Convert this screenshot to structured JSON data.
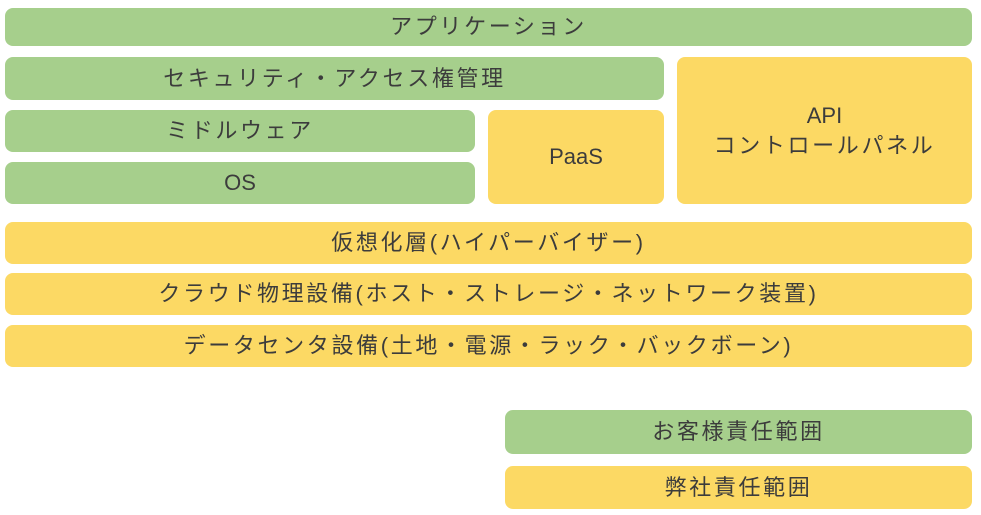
{
  "colors": {
    "green": "#A6CF8C",
    "yellow": "#FCD964",
    "text": "#3C3C3C",
    "background": "#FFFFFF"
  },
  "diagram": {
    "layers": {
      "application": "アプリケーション",
      "security": "セキュリティ・アクセス権管理",
      "middleware": "ミドルウェア",
      "os": "OS",
      "paas": "PaaS",
      "api_line1": "API",
      "api_line2": "コントロールパネル",
      "virtualization": "仮想化層(ハイパーバイザー)",
      "cloud_physical": "クラウド物理設備(ホスト・ストレージ・ネットワーク装置)",
      "datacenter": "データセンタ設備(土地・電源・ラック・バックボーン)"
    },
    "legend": {
      "customer": "お客様責任範囲",
      "company": "弊社責任範囲"
    }
  }
}
